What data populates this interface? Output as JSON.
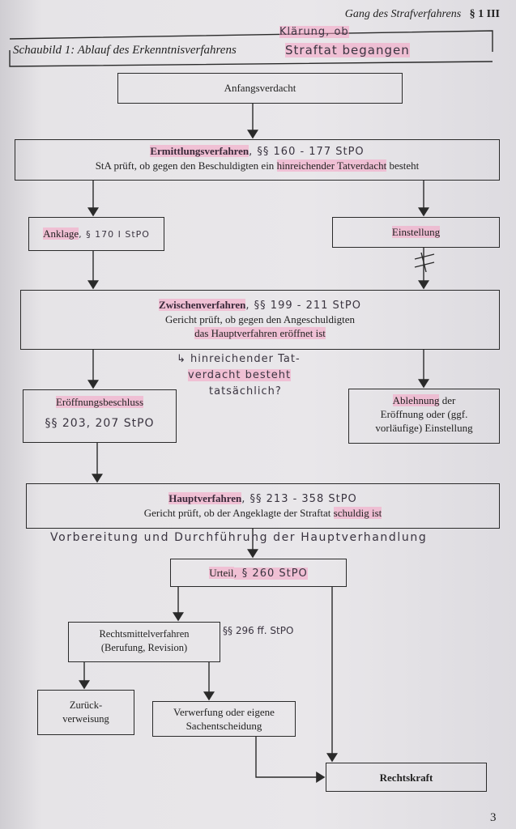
{
  "header": {
    "running_title": "Gang des Strafverfahrens",
    "section": "§ 1 III"
  },
  "figure": {
    "title": "Schaubild 1: Ablauf des Erkenntnisverfahrens",
    "title_note_line1": "Klärung, ob",
    "title_note_line2": "Straftat begangen"
  },
  "nodes": {
    "anfangsverdacht": "Anfangsverdacht",
    "ermittlung_title": "Ermittlungsverfahren",
    "ermittlung_note": ", §§ 160 - 177 StPO",
    "ermittlung_text_a": "StA prüft, ob gegen den Beschuldigten ein ",
    "ermittlung_text_hl": "hinreichender Tatverdacht",
    "ermittlung_text_b": " besteht",
    "anklage": "Anklage",
    "anklage_note": ", § 170 I StPO",
    "einstellung": "Einstellung",
    "zwischen_title": "Zwischenverfahren",
    "zwischen_note": ", §§ 199 - 211 StPO",
    "zwischen_text1": "Gericht prüft, ob gegen den Angeschuldigten",
    "zwischen_text2": "das Hauptverfahren eröffnet ist",
    "zwischen_hand1": "↳ hinreichender Tat-",
    "zwischen_hand2": "verdacht besteht",
    "zwischen_hand3": "tatsächlich?",
    "eroeffnung": "Eröffnungsbeschluss",
    "eroeffnung_note": "§§ 203, 207 StPO",
    "ablehnung_hl": "Ablehnung",
    "ablehnung_a": " der",
    "ablehnung_b": "Eröffnung oder (ggf.",
    "ablehnung_c": "vorläufige) Einstellung",
    "haupt_title": "Hauptverfahren",
    "haupt_note": ", §§ 213 - 358 StPO",
    "haupt_text_a": "Gericht prüft, ob der Angeklagte der Straftat ",
    "haupt_text_hl": "schuldig ist",
    "haupt_hand": "Vorbereitung und Durchführung der Hauptverhandlung",
    "urteil": "Urteil",
    "urteil_note": ", § 260 StPO",
    "rechtsmittel1": "Rechtsmittelverfahren",
    "rechtsmittel2": "(Berufung, Revision)",
    "rechtsmittel_note": "§§ 296 ff. StPO",
    "zurueck1": "Zurück-",
    "zurueck2": "verweisung",
    "verwerfung1": "Verwerfung oder eigene",
    "verwerfung2": "Sachentscheidung",
    "rechtskraft": "Rechtskraft"
  },
  "footer": {
    "page_number": "3"
  },
  "colors": {
    "highlight": "#f5a0c3",
    "ink": "#2a2a2a"
  }
}
